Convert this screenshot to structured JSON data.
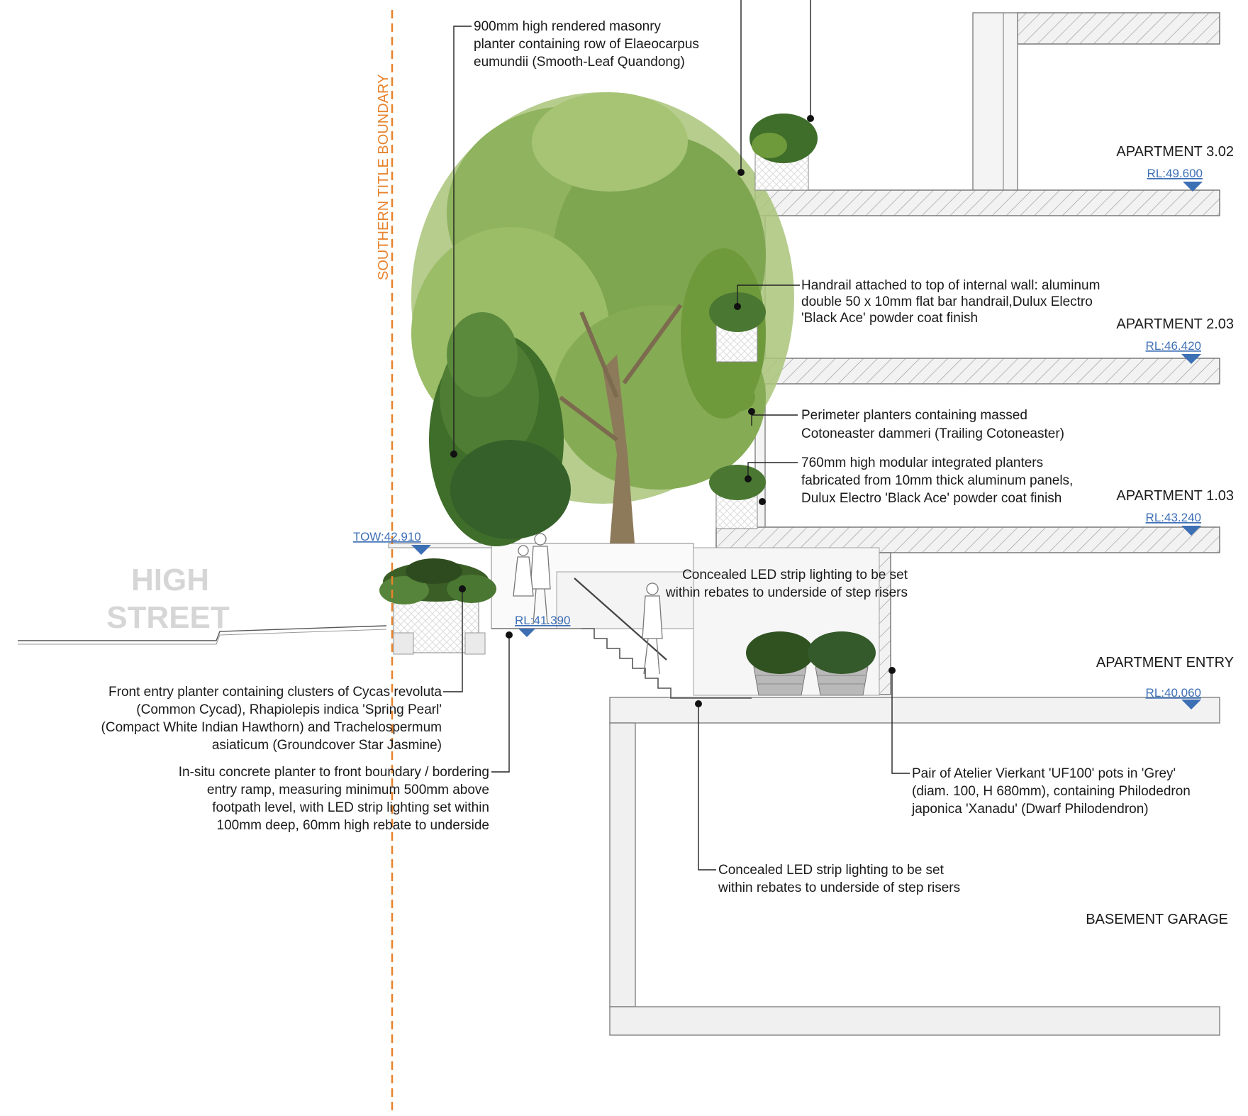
{
  "street_label": {
    "line1": "HIGH",
    "line2": "STREET"
  },
  "boundary_label": "SOUTHERN TITLE BOUNDARY",
  "levels": {
    "apt_302": "APARTMENT 3.02",
    "rl_302": "RL:49.600",
    "apt_203": "APARTMENT 2.03",
    "rl_203": "RL:46.420",
    "apt_103": "APARTMENT 1.03",
    "rl_103": "RL:43.240",
    "entry": "APARTMENT ENTRY",
    "rl_entry": "RL:40.060",
    "garage": "BASEMENT GARAGE",
    "tow": "TOW:42.910",
    "rl_ramp": "RL:41.390"
  },
  "notes": {
    "masonry_planter": [
      "900mm high rendered masonry",
      "planter containing row of Elaeocarpus",
      "eumundii (Smooth-Leaf Quandong)"
    ],
    "handrail": [
      "Handrail attached to top of internal wall: aluminum",
      "double 50 x 10mm flat bar handrail,Dulux Electro",
      "'Black Ace' powder coat finish"
    ],
    "perimeter": [
      "Perimeter planters containing massed",
      "Cotoneaster dammeri (Trailing Cotoneaster)"
    ],
    "modular": [
      "760mm high modular integrated planters",
      "fabricated from 10mm thick aluminum panels,",
      "Dulux Electro 'Black Ace' powder coat finish"
    ],
    "led_top": [
      "Concealed LED strip lighting to be set",
      "within rebates to underside of step risers"
    ],
    "front_planter": [
      "Front entry planter containing clusters of Cycas revoluta",
      "(Common Cycad), Rhapiolepis indica 'Spring Pearl'",
      "(Compact White Indian Hawthorn) and Trachelospermum",
      "asiaticum (Groundcover Star Jasmine)"
    ],
    "insitu": [
      "In-situ concrete planter to front boundary / bordering",
      "entry ramp, measuring minimum 500mm above",
      "footpath level, with LED strip lighting set within",
      "100mm deep, 60mm high rebate to underside"
    ],
    "pots": [
      "Pair of Atelier Vierkant 'UF100' pots in 'Grey'",
      "(diam. 100, H 680mm), containing Philodedron",
      "japonica 'Xanadu' (Dwarf Philodendron)"
    ],
    "led_bottom": [
      "Concealed LED strip lighting to be set",
      "within rebates to underside of step risers"
    ]
  },
  "colors": {
    "boundary": "#e8822c",
    "rl_link": "#3d6fb5",
    "foliage": "#6f9a3c",
    "foliage_dark": "#3f6d2a"
  }
}
